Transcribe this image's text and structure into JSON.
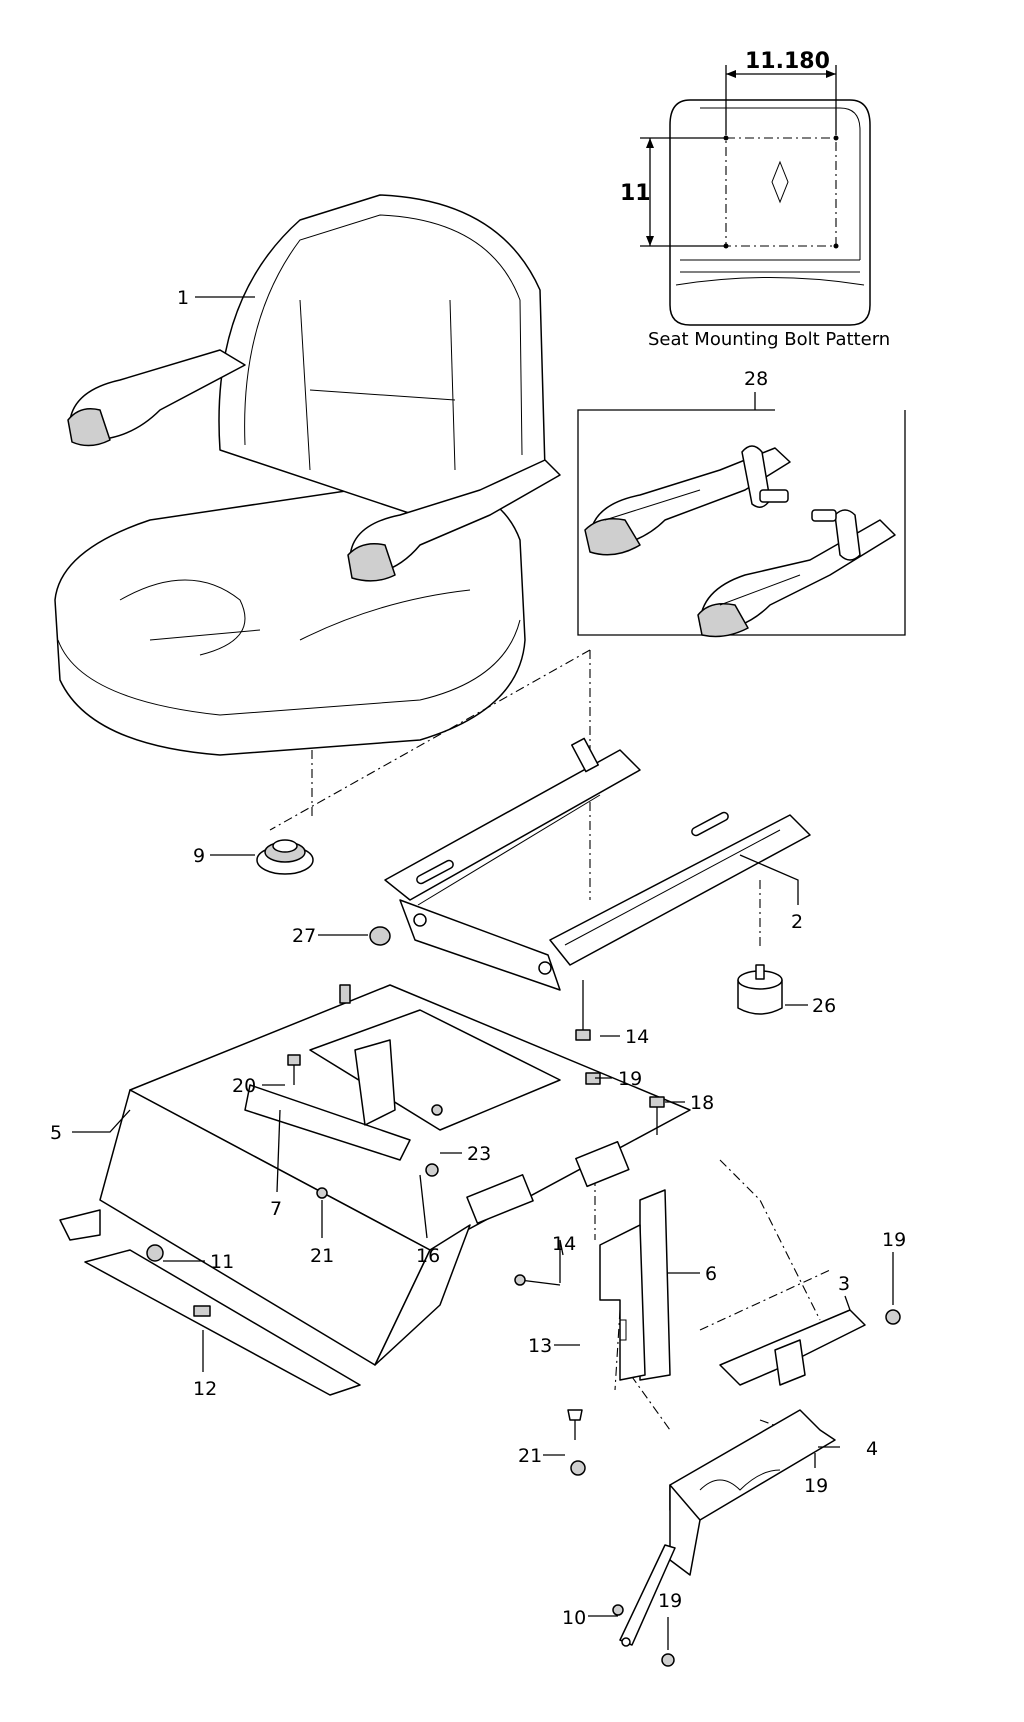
{
  "diagram": {
    "inset_bolt_pattern": {
      "caption": "Seat Mounting Bolt Pattern",
      "width_dimension": "11.180",
      "height_dimension": "11"
    },
    "callouts": [
      {
        "id": "c1",
        "text": "1"
      },
      {
        "id": "c2",
        "text": "2"
      },
      {
        "id": "c3",
        "text": "3"
      },
      {
        "id": "c4",
        "text": "4"
      },
      {
        "id": "c5",
        "text": "5"
      },
      {
        "id": "c6",
        "text": "6"
      },
      {
        "id": "c7",
        "text": "7"
      },
      {
        "id": "c9",
        "text": "9"
      },
      {
        "id": "c10",
        "text": "10"
      },
      {
        "id": "c11",
        "text": "11"
      },
      {
        "id": "c12",
        "text": "12"
      },
      {
        "id": "c13",
        "text": "13"
      },
      {
        "id": "c14a",
        "text": "14"
      },
      {
        "id": "c14b",
        "text": "14"
      },
      {
        "id": "c16",
        "text": "16"
      },
      {
        "id": "c18",
        "text": "18"
      },
      {
        "id": "c19a",
        "text": "19"
      },
      {
        "id": "c19b",
        "text": "19"
      },
      {
        "id": "c19c",
        "text": "19"
      },
      {
        "id": "c19d",
        "text": "19"
      },
      {
        "id": "c20",
        "text": "20"
      },
      {
        "id": "c21a",
        "text": "21"
      },
      {
        "id": "c21b",
        "text": "21"
      },
      {
        "id": "c23",
        "text": "23"
      },
      {
        "id": "c26",
        "text": "26"
      },
      {
        "id": "c27",
        "text": "27"
      },
      {
        "id": "c28",
        "text": "28"
      }
    ]
  }
}
